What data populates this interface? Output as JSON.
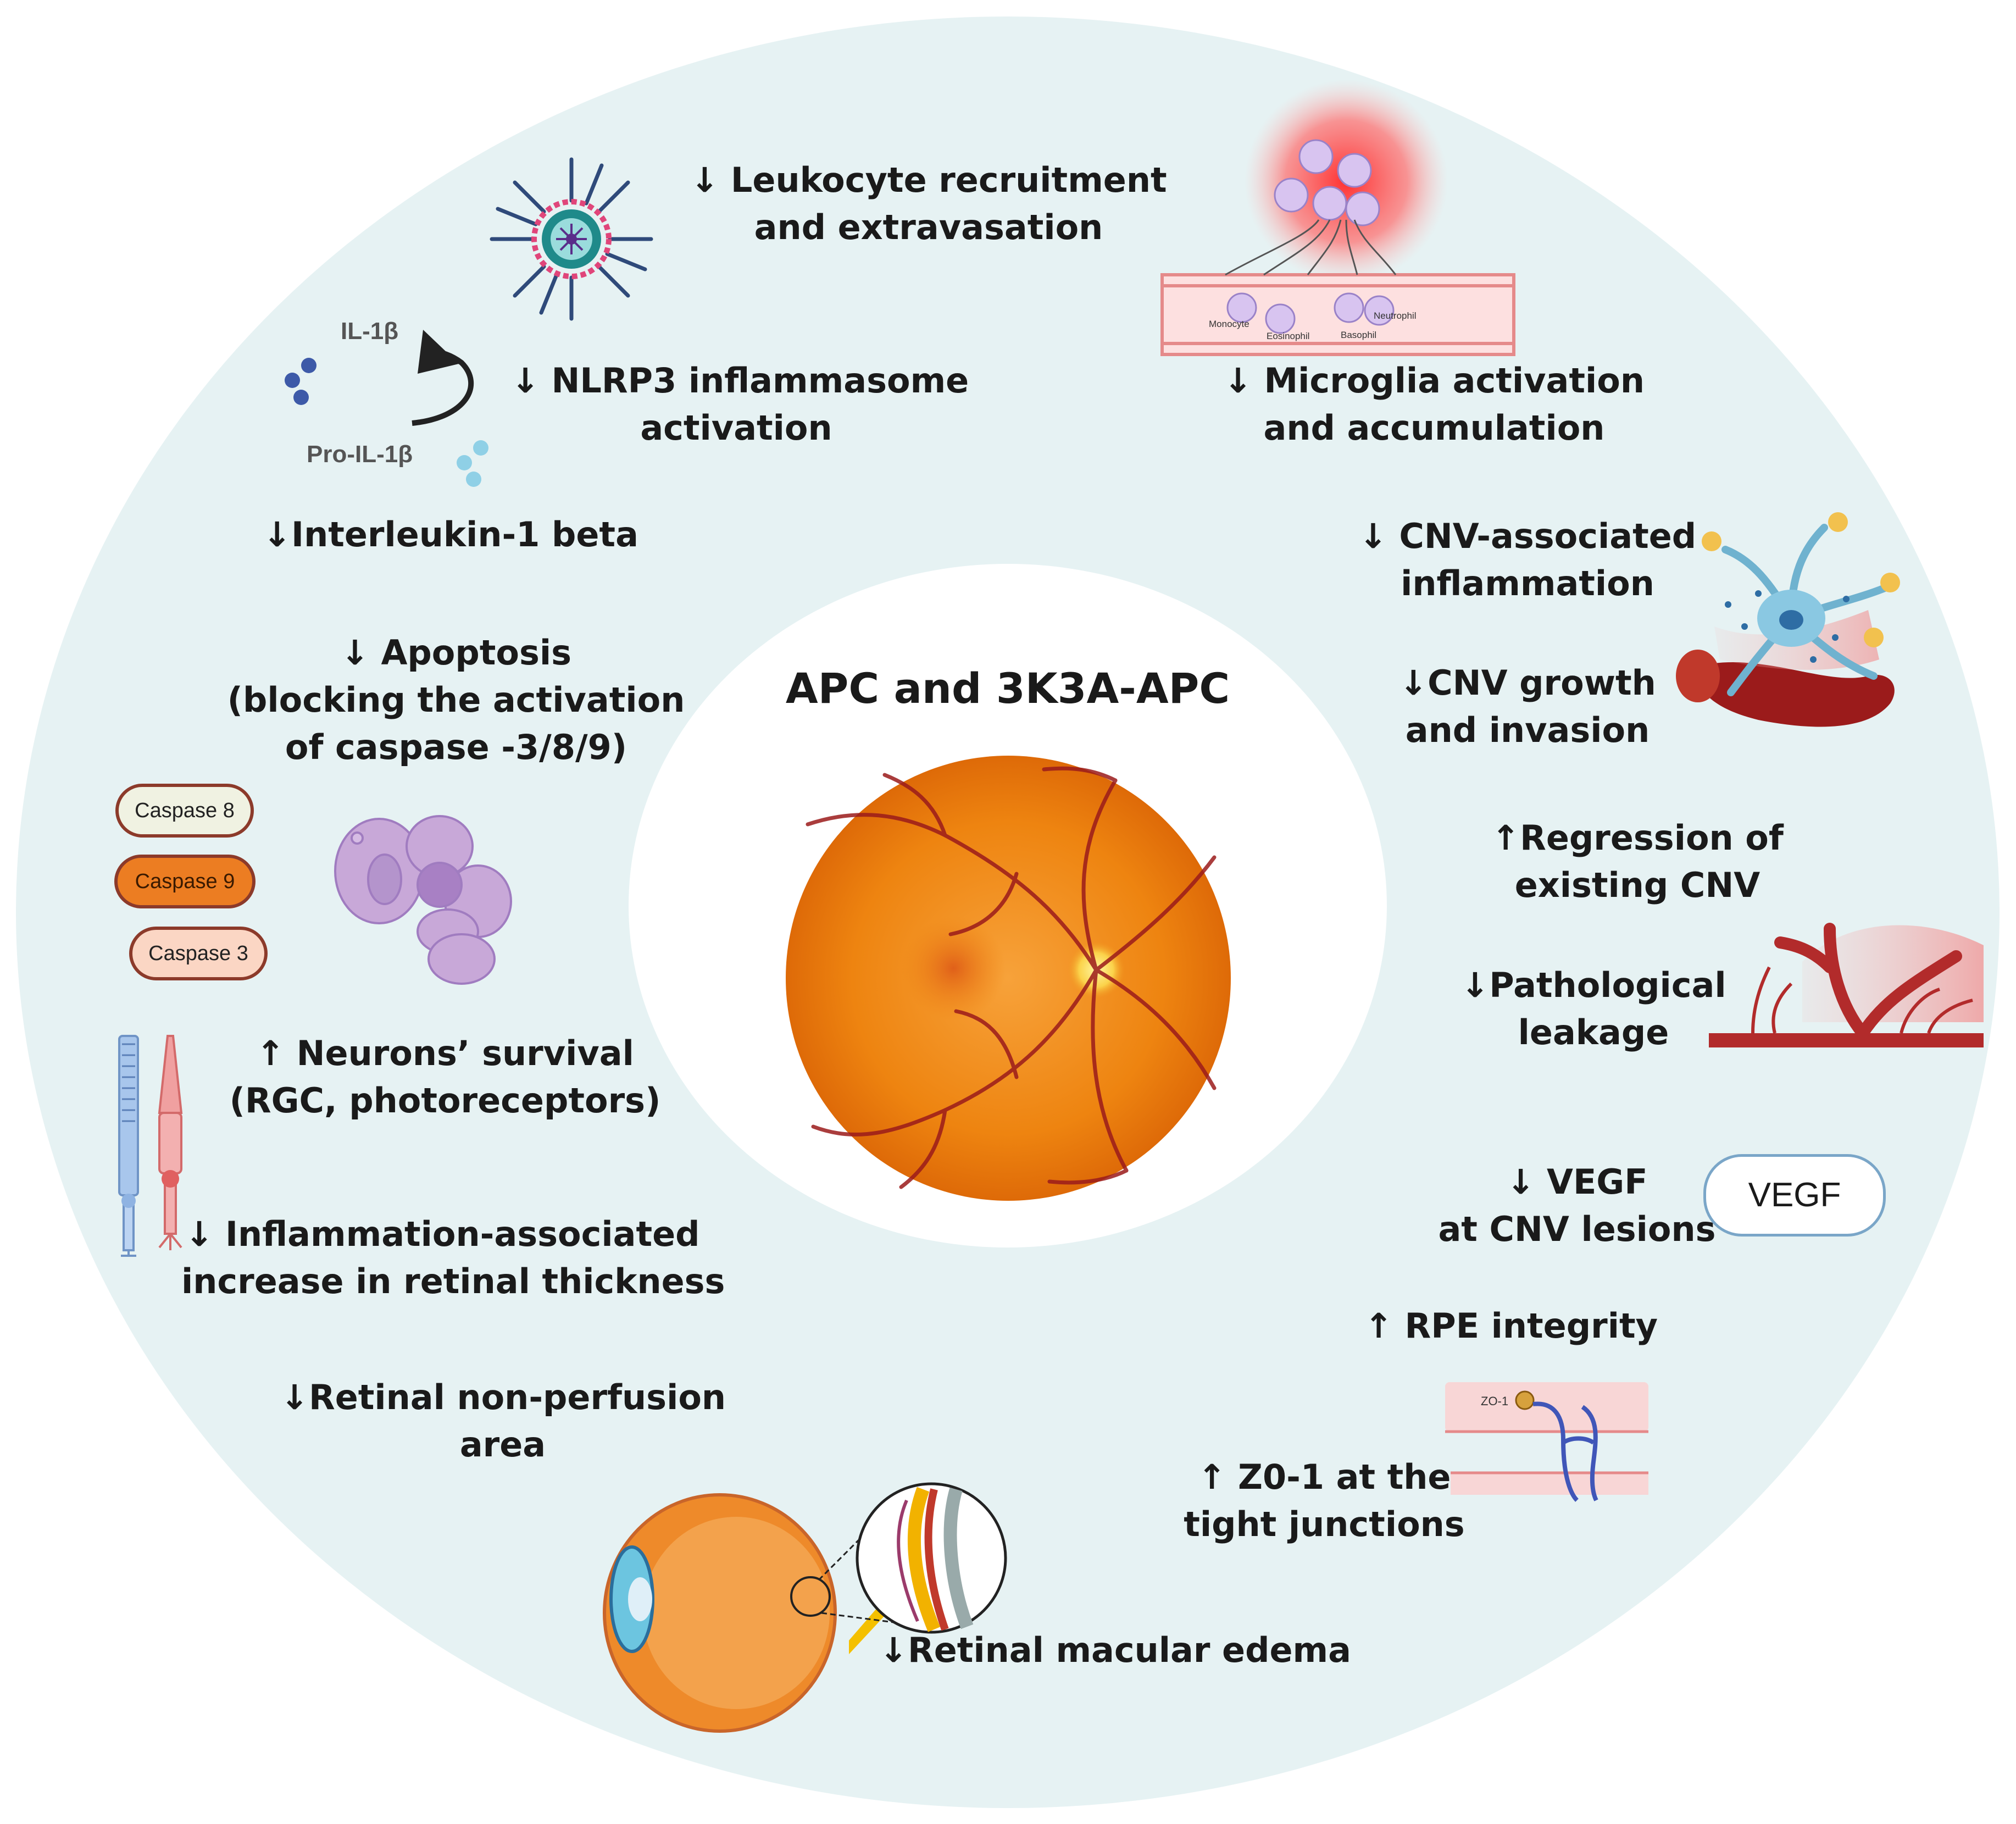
{
  "center": {
    "title": "APC and 3K3A-APC"
  },
  "effects": {
    "leukocyte": [
      "↓ Leukocyte recruitment",
      "and extravasation"
    ],
    "nlrp3": [
      "↓ NLRP3 inflammasome",
      "activation"
    ],
    "il1b": [
      "↓Interleukin-1 beta"
    ],
    "apoptosis": [
      "↓ Apoptosis",
      "(blocking the activation",
      "of caspase -3/8/9)"
    ],
    "neurons": [
      "↑ Neurons’ survival",
      "(RGC, photoreceptors)"
    ],
    "thickness": [
      "↓ Inflammation-associated",
      "increase in retinal thickness"
    ],
    "nonperfusion": [
      "↓Retinal non-perfusion",
      "area"
    ],
    "edema": [
      "↓Retinal  macular edema"
    ],
    "microglia": [
      "↓ Microglia activation",
      "and accumulation"
    ],
    "cnv_inflam": [
      "↓ CNV-associated",
      "inflammation"
    ],
    "cnv_growth": [
      "↓CNV growth",
      "and invasion"
    ],
    "regression": [
      "↑Regression of",
      "existing CNV"
    ],
    "leakage": [
      "↓Pathological",
      "leakage"
    ],
    "vegf": [
      "↓ VEGF",
      "at CNV lesions"
    ],
    "rpe": [
      "↑ RPE integrity"
    ],
    "zo1": [
      "↑ Z0-1 at the",
      "tight junctions"
    ]
  },
  "icons": {
    "il1b_label": "IL-1β",
    "pro_il1b_label": "Pro-IL-1β",
    "caspase8": "Caspase 8",
    "caspase9": "Caspase 9",
    "caspase3": "Caspase 3",
    "vegf_badge": "VEGF",
    "zo1_tag": "ZO-1",
    "cells": [
      "Monocyte",
      "Eosinophil",
      "Basophil",
      "Neutrophil"
    ]
  },
  "colors": {
    "outer_ring": "#e6f2f3",
    "inner_circle": "#ffffff",
    "fundus": "#f0820f",
    "vessel": "#9b1b1b",
    "text": "#1a1a1a"
  }
}
